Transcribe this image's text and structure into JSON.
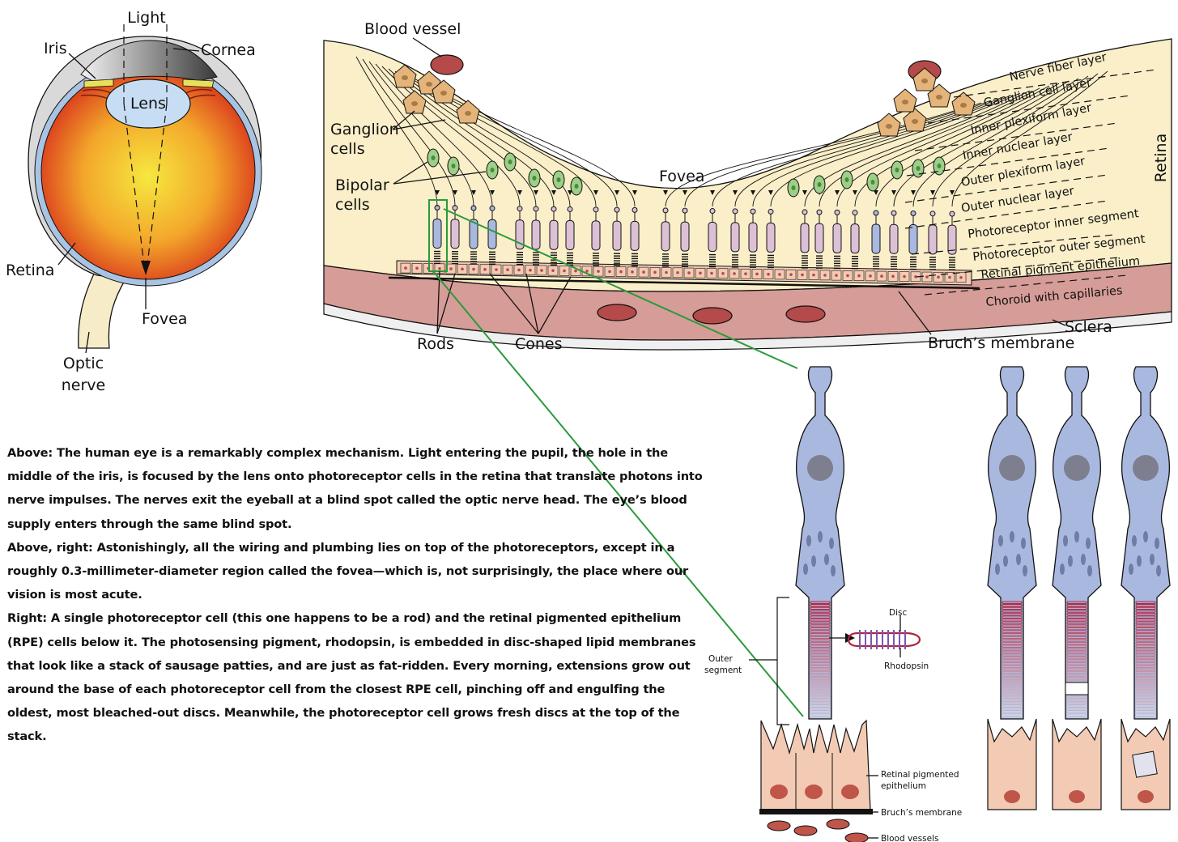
{
  "eye": {
    "light": "Light",
    "iris": "Iris",
    "cornea": "Cornea",
    "lens": "Lens",
    "retina": "Retina",
    "fovea": "Fovea",
    "optic_nerve_1": "Optic",
    "optic_nerve_2": "nerve"
  },
  "retina_section": {
    "blood_vessel": "Blood vessel",
    "ganglion_1": "Ganglion",
    "ganglion_2": "cells",
    "bipolar_1": "Bipolar",
    "bipolar_2": "cells",
    "fovea": "Fovea",
    "rods": "Rods",
    "cones": "Cones",
    "bruchs_membrane": "Bruch’s membrane",
    "sclera": "Sclera",
    "retina": "Retina",
    "layers": [
      "Nerve fiber layer",
      "Ganglion cell layer",
      "Inner plexiform layer",
      "Inner nuclear layer",
      "Outer plexiform layer",
      "Outer nuclear layer",
      "Photoreceptor inner segment",
      "Photoreceptor outer segment",
      "Retinal pigment epithelium",
      "Choroid with capillaries"
    ]
  },
  "rod_detail": {
    "disc": "Disc",
    "rhodopsin": "Rhodopsin",
    "outer_1": "Outer",
    "outer_2": "segment",
    "rpe_1": "Retinal pigmented",
    "rpe_2": "epithelium",
    "bruchs": "Bruch’s membrane",
    "vessels": "Blood vessels"
  },
  "caption": [
    "Above:  The human eye is a remarkably complex mechanism.  Light entering the pupil, the hole in the middle of the iris, is focused by the lens onto photoreceptor cells in the retina that translate photons into nerve impulses.  The nerves exit the eyeball at a blind spot called the optic nerve head.  The eye’s blood supply enters through the same blind spot.",
    "Above, right:  Astonishingly, all the wiring and plumbing lies on top of the photoreceptors, except in a roughly 0.3-millimeter-diameter region called the fovea—which is, not surprisingly, the place where our vision is most acute.",
    "Right:  A single photoreceptor cell (this one happens to be a rod) and the retinal pigmented epithelium (RPE) cells below it.  The photosensing pigment, rhodopsin, is embedded in disc-shaped lipid membranes that look like a stack of sausage patties, and are just as fat-ridden. Every morning, extensions grow out around the base of each photoreceptor cell from the closest RPE cell, pinching off and engulfing the oldest, most bleached-out discs.  Meanwhile, the photoreceptor cell grows fresh discs at the top of the stack."
  ],
  "colors": {
    "eye_inner": "#f3e13a",
    "eye_outer": "#d8321b",
    "lens": "#c7ddf3",
    "retina_bg": "#faefc9",
    "choroid": "#d69c97",
    "vessel": "#b44a4a",
    "ganglion": "#e5b47a",
    "bipolar": "#9ccf88",
    "rod": "#a9b8df",
    "cone": "#dcc0d6",
    "rpe": "#f3cbb4",
    "link": "#2b9a3b"
  }
}
